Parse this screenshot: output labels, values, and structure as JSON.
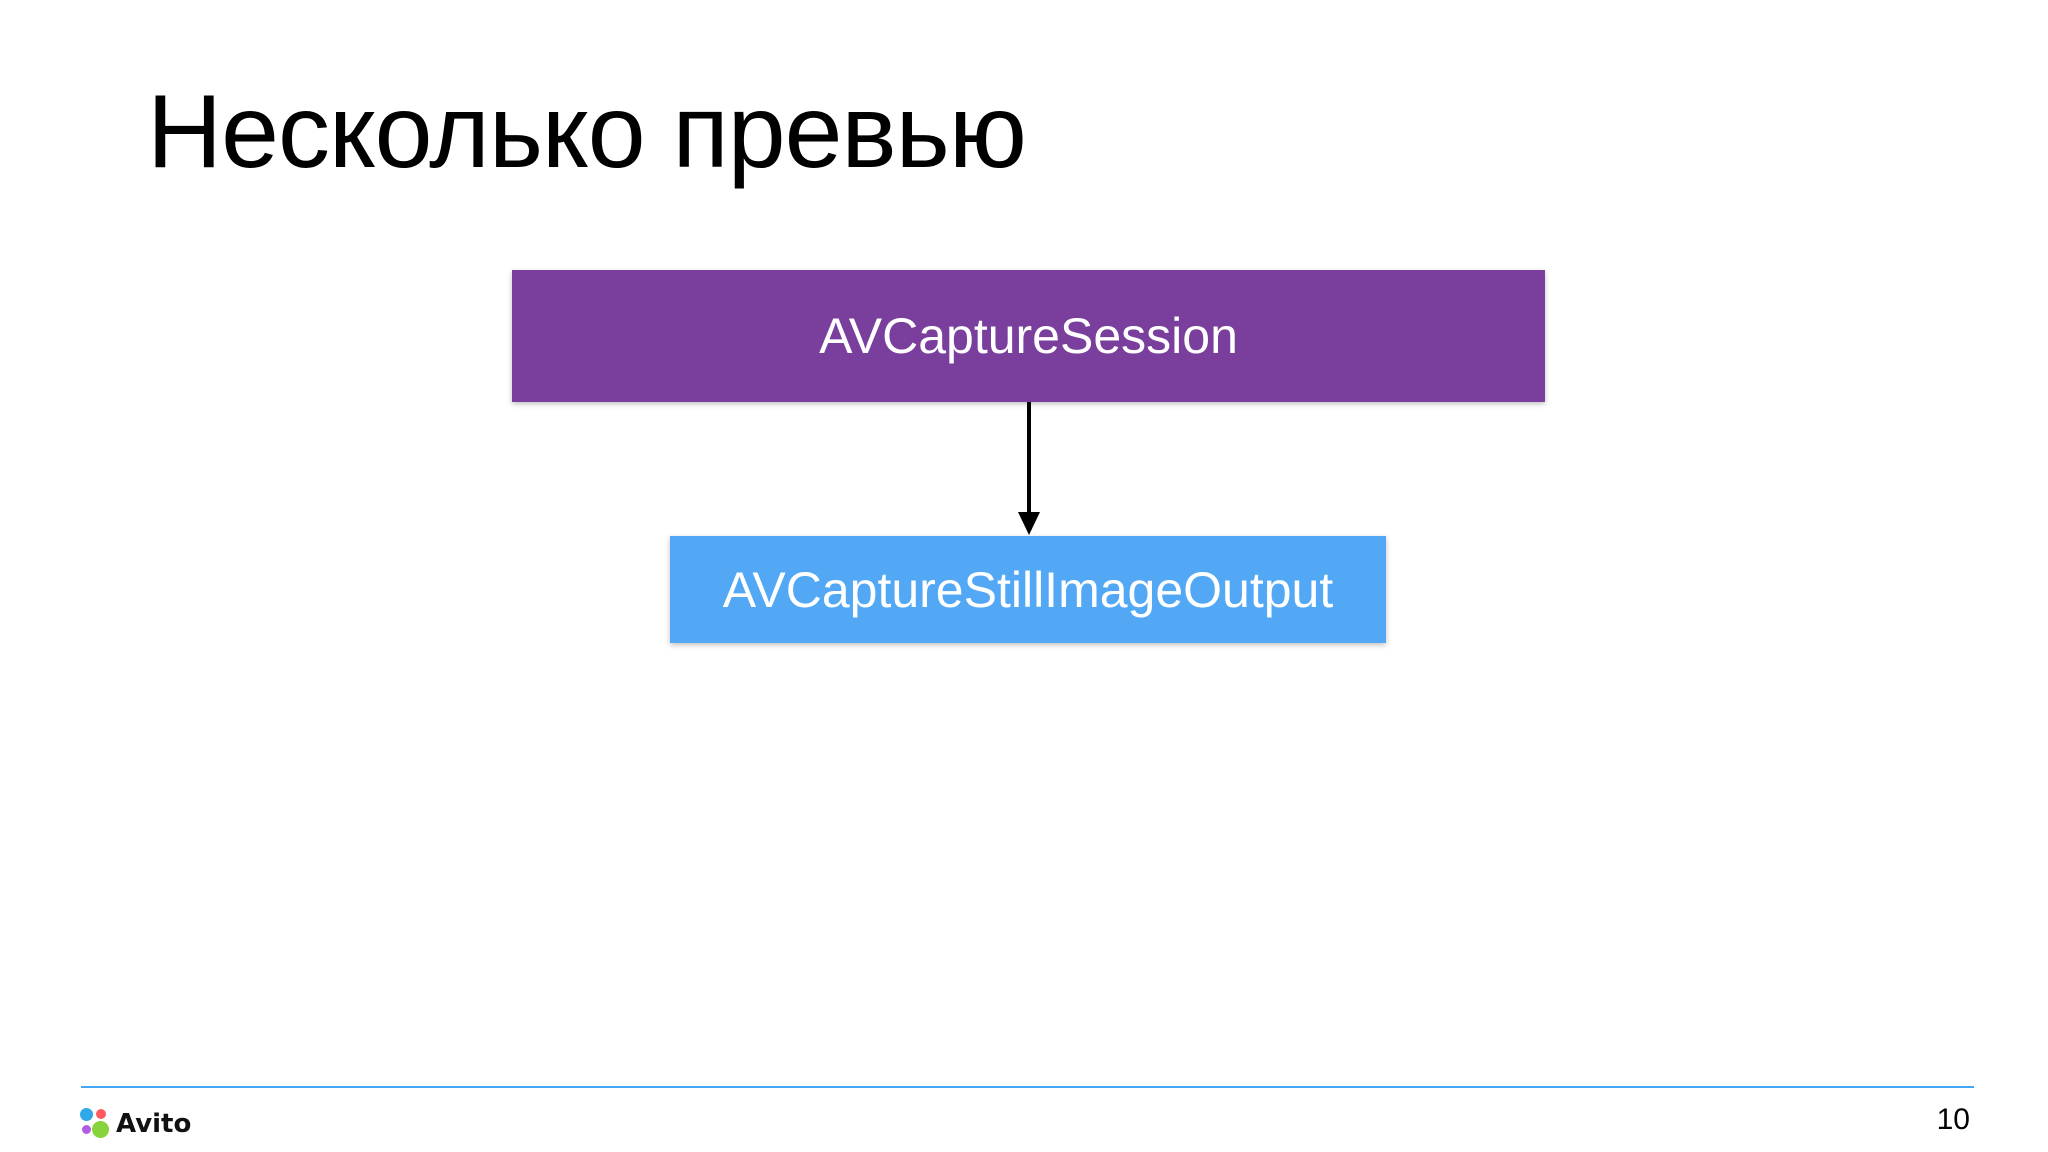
{
  "slide": {
    "title": "Несколько превью",
    "page_number": "10"
  },
  "diagram": {
    "nodes": [
      {
        "id": "session",
        "label": "AVCaptureSession",
        "color": "#7a3e9d"
      },
      {
        "id": "output",
        "label": "AVCaptureStillImageOutput",
        "color": "#52a8f5"
      }
    ],
    "edges": [
      {
        "from": "session",
        "to": "output"
      }
    ]
  },
  "footer": {
    "brand": "Avito",
    "line_color": "#45a6f3",
    "logo_icon": "avito-logo-icon"
  }
}
